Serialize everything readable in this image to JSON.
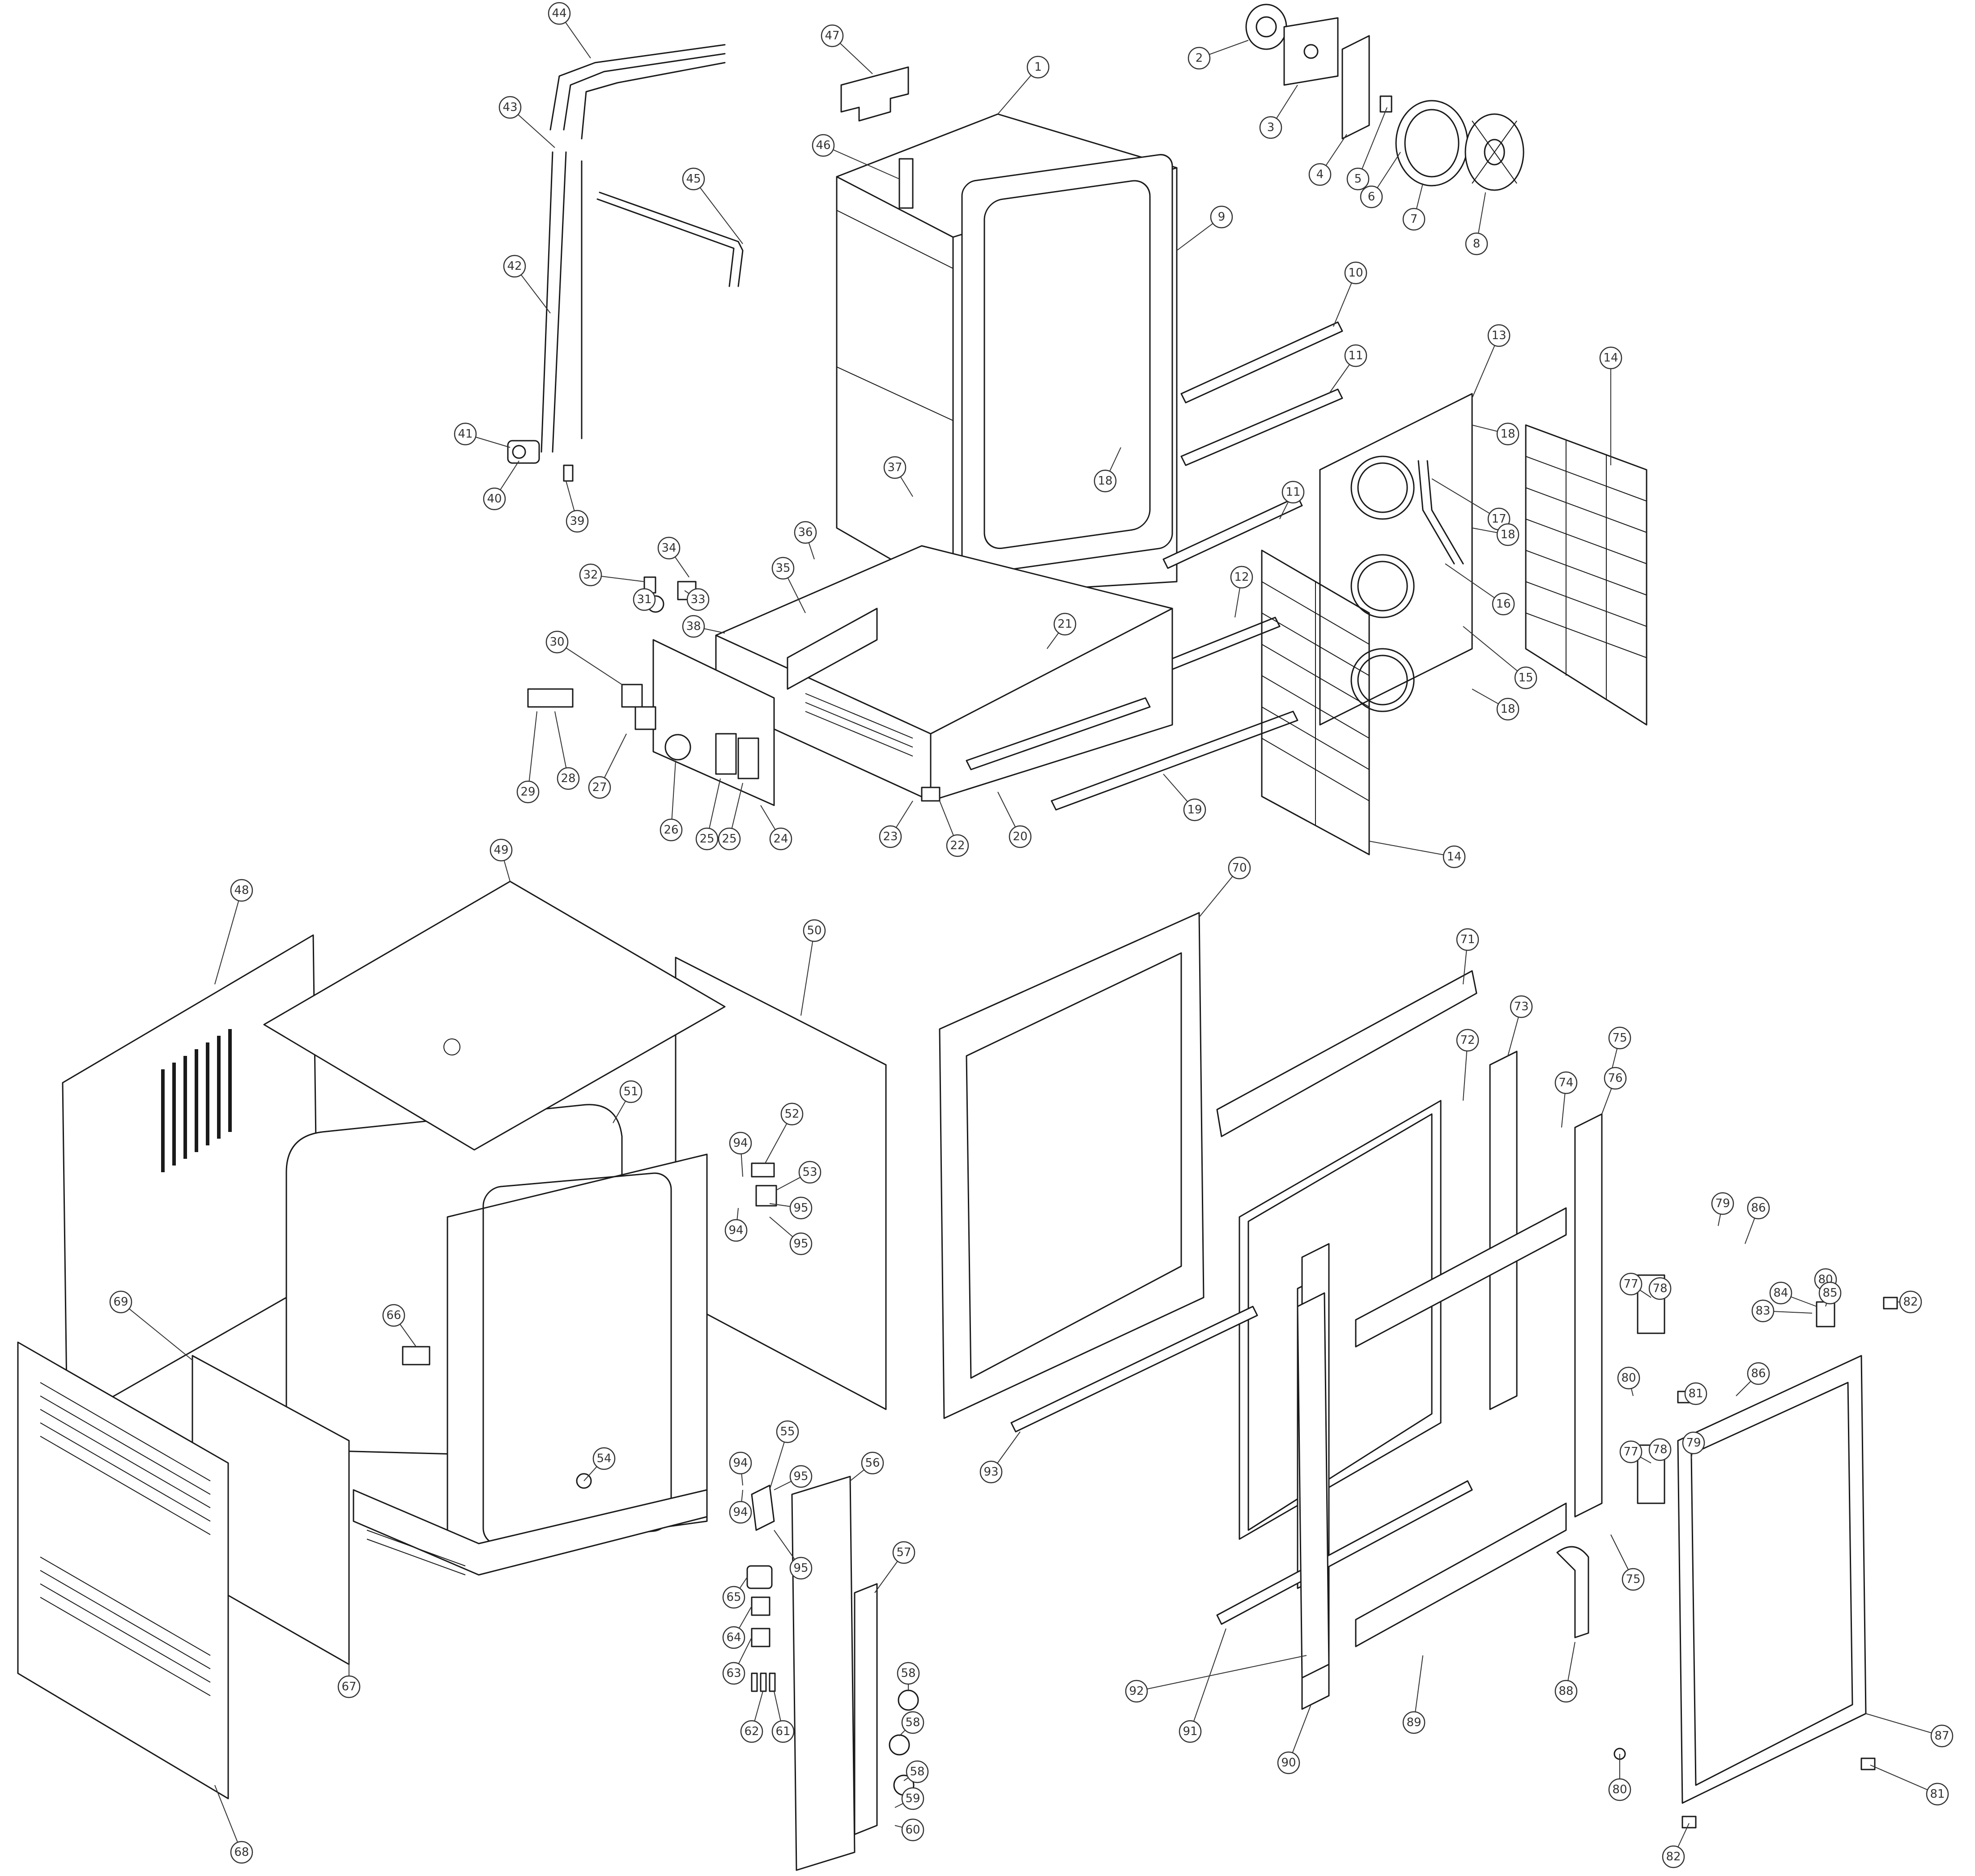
{
  "callouts": [
    {
      "label": "1"
    },
    {
      "label": "2"
    },
    {
      "label": "3"
    },
    {
      "label": "4"
    },
    {
      "label": "5"
    },
    {
      "label": "6"
    },
    {
      "label": "7"
    },
    {
      "label": "8"
    },
    {
      "label": "9"
    },
    {
      "label": "10"
    },
    {
      "label": "11"
    },
    {
      "label": "11"
    },
    {
      "label": "12"
    },
    {
      "label": "13"
    },
    {
      "label": "14"
    },
    {
      "label": "14"
    },
    {
      "label": "15"
    },
    {
      "label": "16"
    },
    {
      "label": "17"
    },
    {
      "label": "18"
    },
    {
      "label": "18"
    },
    {
      "label": "18"
    },
    {
      "label": "18"
    },
    {
      "label": "19"
    },
    {
      "label": "20"
    },
    {
      "label": "21"
    },
    {
      "label": "22"
    },
    {
      "label": "23"
    },
    {
      "label": "24"
    },
    {
      "label": "25"
    },
    {
      "label": "25"
    },
    {
      "label": "26"
    },
    {
      "label": "27"
    },
    {
      "label": "28"
    },
    {
      "label": "29"
    },
    {
      "label": "30"
    },
    {
      "label": "31"
    },
    {
      "label": "32"
    },
    {
      "label": "33"
    },
    {
      "label": "34"
    },
    {
      "label": "35"
    },
    {
      "label": "36"
    },
    {
      "label": "37"
    },
    {
      "label": "38"
    },
    {
      "label": "39"
    },
    {
      "label": "40"
    },
    {
      "label": "41"
    },
    {
      "label": "42"
    },
    {
      "label": "43"
    },
    {
      "label": "44"
    },
    {
      "label": "45"
    },
    {
      "label": "46"
    },
    {
      "label": "47"
    },
    {
      "label": "48"
    },
    {
      "label": "49"
    },
    {
      "label": "50"
    },
    {
      "label": "51"
    },
    {
      "label": "52"
    },
    {
      "label": "53"
    },
    {
      "label": "54"
    },
    {
      "label": "55"
    },
    {
      "label": "56"
    },
    {
      "label": "57"
    },
    {
      "label": "58"
    },
    {
      "label": "58"
    },
    {
      "label": "58"
    },
    {
      "label": "59"
    },
    {
      "label": "60"
    },
    {
      "label": "61"
    },
    {
      "label": "62"
    },
    {
      "label": "63"
    },
    {
      "label": "64"
    },
    {
      "label": "65"
    },
    {
      "label": "66"
    },
    {
      "label": "67"
    },
    {
      "label": "68"
    },
    {
      "label": "69"
    },
    {
      "label": "70"
    },
    {
      "label": "71"
    },
    {
      "label": "72"
    },
    {
      "label": "73"
    },
    {
      "label": "74"
    },
    {
      "label": "75"
    },
    {
      "label": "75"
    },
    {
      "label": "76"
    },
    {
      "label": "77"
    },
    {
      "label": "77"
    },
    {
      "label": "78"
    },
    {
      "label": "78"
    },
    {
      "label": "79"
    },
    {
      "label": "79"
    },
    {
      "label": "80"
    },
    {
      "label": "80"
    },
    {
      "label": "80"
    },
    {
      "label": "81"
    },
    {
      "label": "81"
    },
    {
      "label": "82"
    },
    {
      "label": "82"
    },
    {
      "label": "83"
    },
    {
      "label": "84"
    },
    {
      "label": "85"
    },
    {
      "label": "86"
    },
    {
      "label": "86"
    },
    {
      "label": "87"
    },
    {
      "label": "88"
    },
    {
      "label": "89"
    },
    {
      "label": "90"
    },
    {
      "label": "91"
    },
    {
      "label": "92"
    },
    {
      "label": "93"
    },
    {
      "label": "94"
    },
    {
      "label": "94"
    },
    {
      "label": "94"
    },
    {
      "label": "94"
    },
    {
      "label": "95"
    },
    {
      "label": "95"
    },
    {
      "label": "95"
    },
    {
      "label": "95"
    }
  ]
}
